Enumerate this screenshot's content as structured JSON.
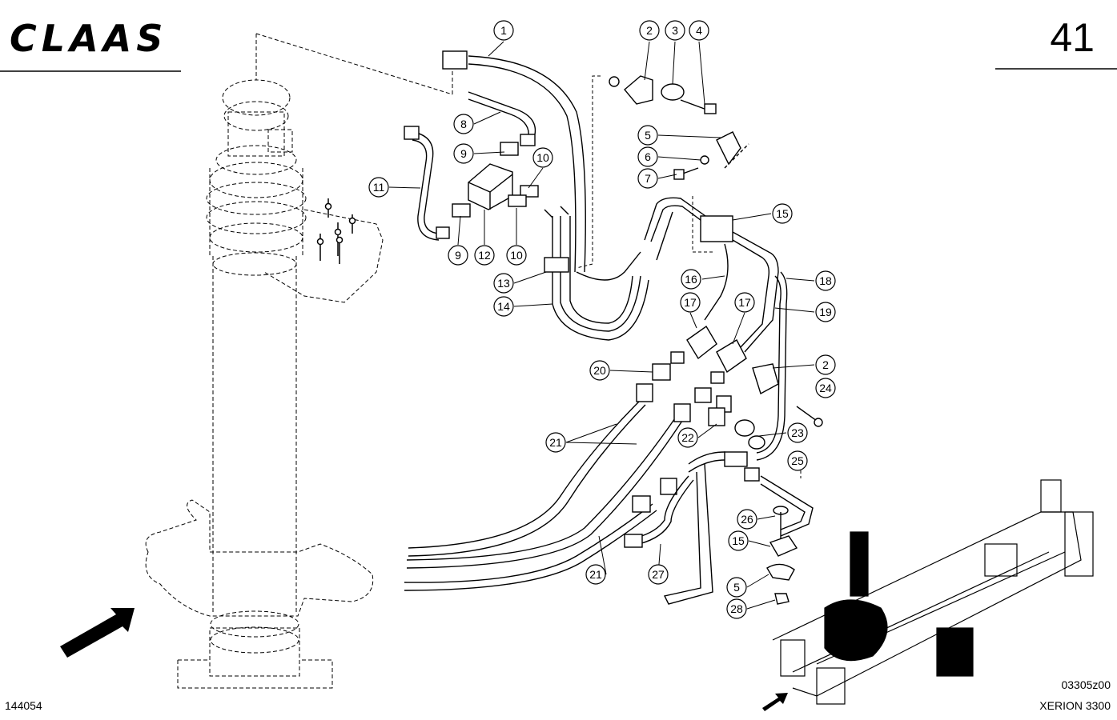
{
  "header": {
    "brand": "CLAAS",
    "page_number": "41"
  },
  "footer": {
    "left_code": "144054",
    "drawing_code": "03305z00",
    "model": "XERION 3300"
  },
  "callouts": [
    "1",
    "2",
    "3",
    "4",
    "5",
    "6",
    "7",
    "8",
    "9",
    "10",
    "11",
    "9",
    "12",
    "10",
    "13",
    "14",
    "15",
    "16",
    "17",
    "17",
    "18",
    "19",
    "20",
    "2",
    "24",
    "21",
    "22",
    "23",
    "25",
    "26",
    "15",
    "21",
    "27",
    "5",
    "28"
  ],
  "colors": {
    "ink": "#000000",
    "paper": "#ffffff"
  }
}
